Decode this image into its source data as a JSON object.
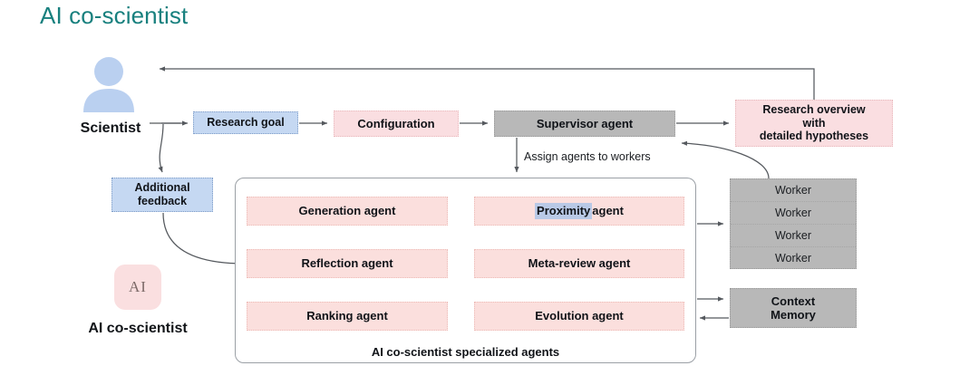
{
  "title": "AI co-scientist",
  "actors": {
    "scientist_label": "Scientist",
    "ai_logo_text": "AI",
    "ai_caption": "AI co-scientist"
  },
  "nodes": {
    "research_goal": "Research goal",
    "configuration": "Configuration",
    "supervisor_agent": "Supervisor agent",
    "additional_feedback_line1": "Additional",
    "additional_feedback_line2": "feedback",
    "research_overview_line1": "Research overview",
    "research_overview_line2": "with",
    "research_overview_line3": "detailed hypotheses",
    "context_memory_line1": "Context",
    "context_memory_line2": "Memory"
  },
  "workers": {
    "rows": [
      "Worker",
      "Worker",
      "Worker",
      "Worker"
    ]
  },
  "agents_panel": {
    "caption": "AI co-scientist specialized agents",
    "cells": [
      {
        "label": "Generation agent",
        "highlight": ""
      },
      {
        "label": " agent",
        "highlight": "Proximity"
      },
      {
        "label": "Reflection agent",
        "highlight": ""
      },
      {
        "label": "Meta-review agent",
        "highlight": ""
      },
      {
        "label": "Ranking agent",
        "highlight": ""
      },
      {
        "label": "Evolution agent",
        "highlight": ""
      }
    ]
  },
  "edge_labels": {
    "assign_agents": "Assign agents to workers"
  },
  "colors": {
    "title_teal": "#18807e",
    "box_blue_fill": "#c5d8f2",
    "box_pink_fill": "#fadee1",
    "agent_pink_fill": "#fbdfdd",
    "box_gray_fill": "#b8b8b8",
    "arrow_gray": "#55595e",
    "arrow_red": "#c0392b",
    "avatar_blue": "#bad0f0",
    "highlight_blue": "#b9c9e6"
  }
}
